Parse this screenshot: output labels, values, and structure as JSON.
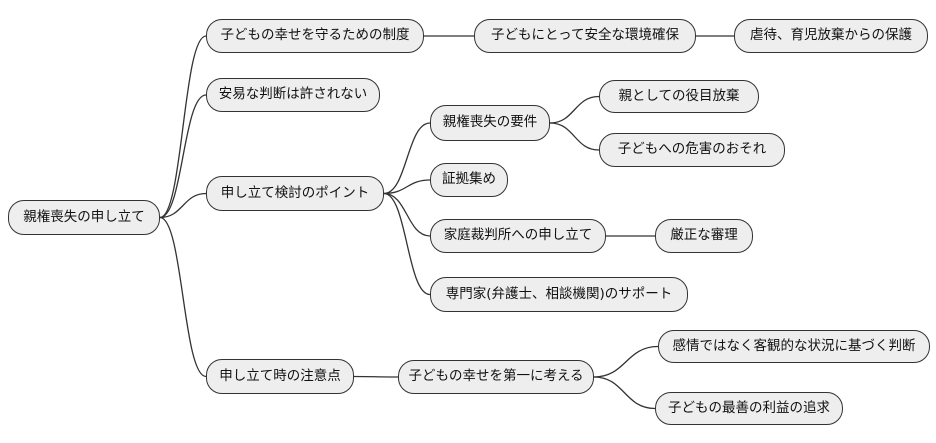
{
  "diagram": {
    "type": "mindmap",
    "orientation": "left-to-right"
  },
  "colors": {
    "background": "#ffffff",
    "node_fill": "#eeeeee",
    "node_border": "#333333",
    "connector": "#333333",
    "text": "#111111"
  },
  "mindmap": {
    "root": {
      "label": "親権喪失の申し立て",
      "children": [
        {
          "label": "子どもの幸せを守るための制度",
          "children": [
            {
              "label": "子どもにとって安全な環境確保",
              "children": [
                {
                  "label": "虐待、育児放棄からの保護",
                  "children": []
                }
              ]
            }
          ]
        },
        {
          "label": "安易な判断は許されない",
          "children": []
        },
        {
          "label": "申し立て検討のポイント",
          "children": [
            {
              "label": "親権喪失の要件",
              "children": [
                {
                  "label": "親としての役目放棄",
                  "children": []
                },
                {
                  "label": "子どもへの危害のおそれ",
                  "children": []
                }
              ]
            },
            {
              "label": "証拠集め",
              "children": []
            },
            {
              "label": "家庭裁判所への申し立て",
              "children": [
                {
                  "label": "厳正な審理",
                  "children": []
                }
              ]
            },
            {
              "label": "専門家(弁護士、相談機関)のサポート",
              "children": []
            }
          ]
        },
        {
          "label": "申し立て時の注意点",
          "children": [
            {
              "label": "子どもの幸せを第一に考える",
              "children": [
                {
                  "label": "感情ではなく客観的な状況に基づく判断",
                  "children": []
                },
                {
                  "label": "子どもの最善の利益の追求",
                  "children": []
                }
              ]
            }
          ]
        }
      ]
    }
  }
}
